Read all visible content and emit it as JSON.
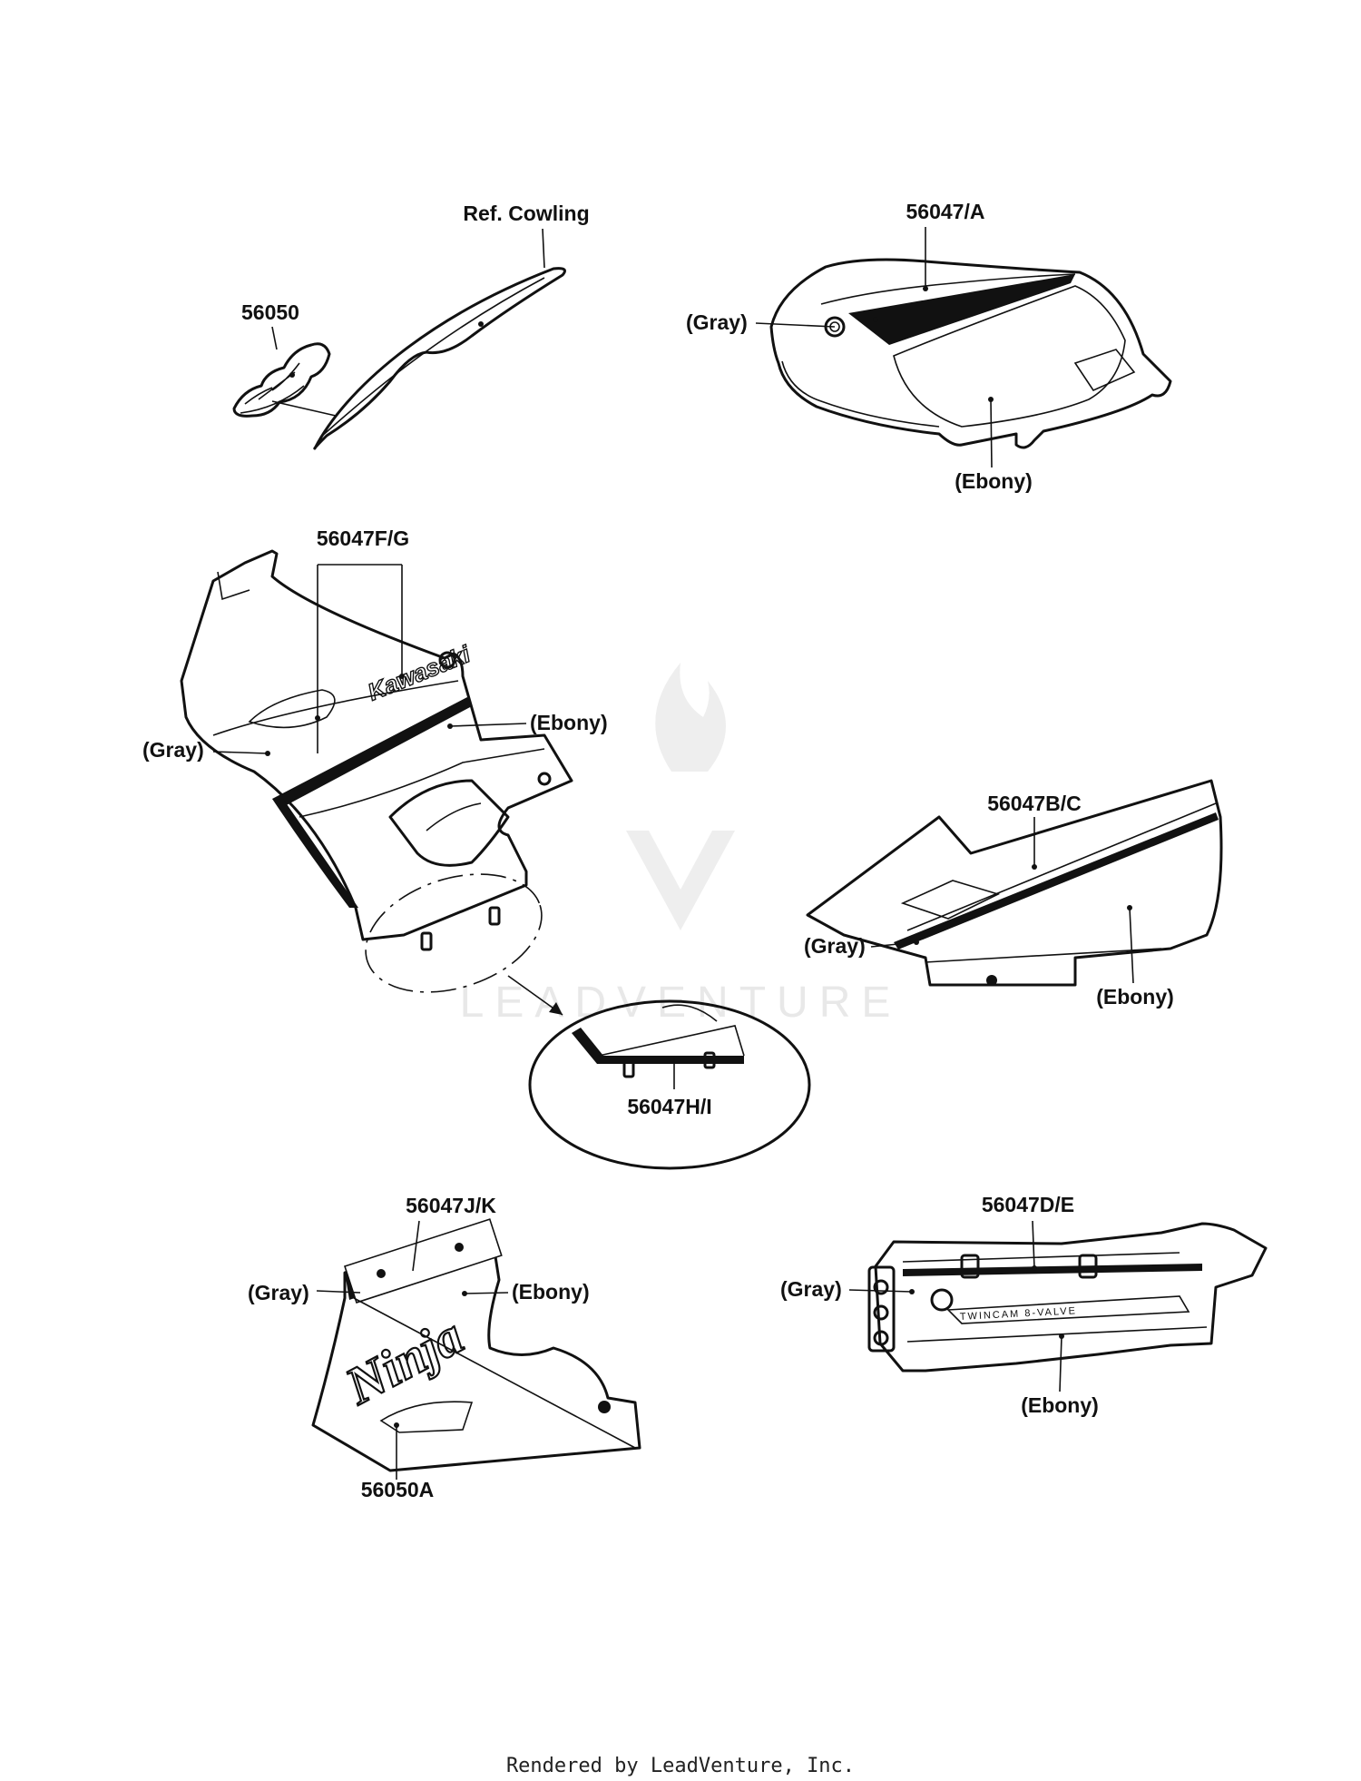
{
  "labels": {
    "ref_cowling": "Ref. Cowling",
    "p56050": "56050",
    "p56047_a": "56047/A",
    "tank_gray": "(Gray)",
    "tank_ebony": "(Ebony)",
    "p56047_fg": "56047F/G",
    "fairing_gray": "(Gray)",
    "fairing_ebony": "(Ebony)",
    "p56047_bc": "56047B/C",
    "side_gray": "(Gray)",
    "side_ebony": "(Ebony)",
    "p56047_hi": "56047H/I",
    "p56047_jk": "56047J/K",
    "lower_gray": "(Gray)",
    "lower_ebony": "(Ebony)",
    "p56050a": "56050A",
    "p56047_de": "56047D/E",
    "tail_gray": "(Gray)",
    "tail_ebony": "(Ebony)"
  },
  "decal_text": {
    "kawasaki": "Kawasaki",
    "ninja_logo": "Ninja",
    "twincam": "TWINCAM 8-VALVE"
  },
  "watermark": "LEADVENTURE",
  "footer": "Rendered by LeadVenture, Inc.",
  "colors": {
    "line": "#111111",
    "watermark": "#e8e8e8"
  }
}
